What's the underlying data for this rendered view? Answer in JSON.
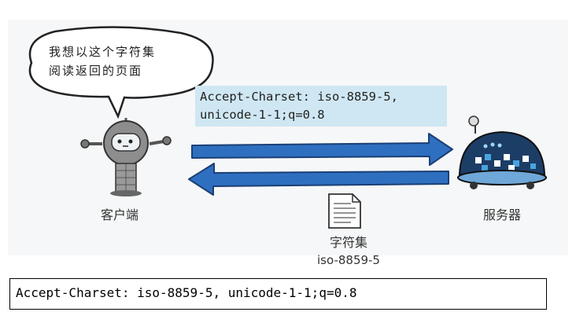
{
  "bubble": {
    "line1": "我想以这个字符集",
    "line2": "阅读返回的页面"
  },
  "header": {
    "line1": "Accept-Charset: iso-8859-5,",
    "line2": "unicode-1-1;q=0.8"
  },
  "labels": {
    "client": "客户端",
    "server": "服务器",
    "charset_title": "字符集",
    "charset_value": "iso-8859-5"
  },
  "code_box": "Accept-Charset: iso-8859-5, unicode-1-1;q=0.8",
  "colors": {
    "arrow": "#2f6fc0",
    "highlight": "#cfe7f3",
    "robot": "#8d8d8d",
    "server_body": "#1c3d66"
  },
  "icons": [
    "speech-bubble-icon",
    "client-robot-icon",
    "server-robot-icon",
    "document-icon",
    "right-arrow-icon",
    "left-arrow-icon"
  ]
}
